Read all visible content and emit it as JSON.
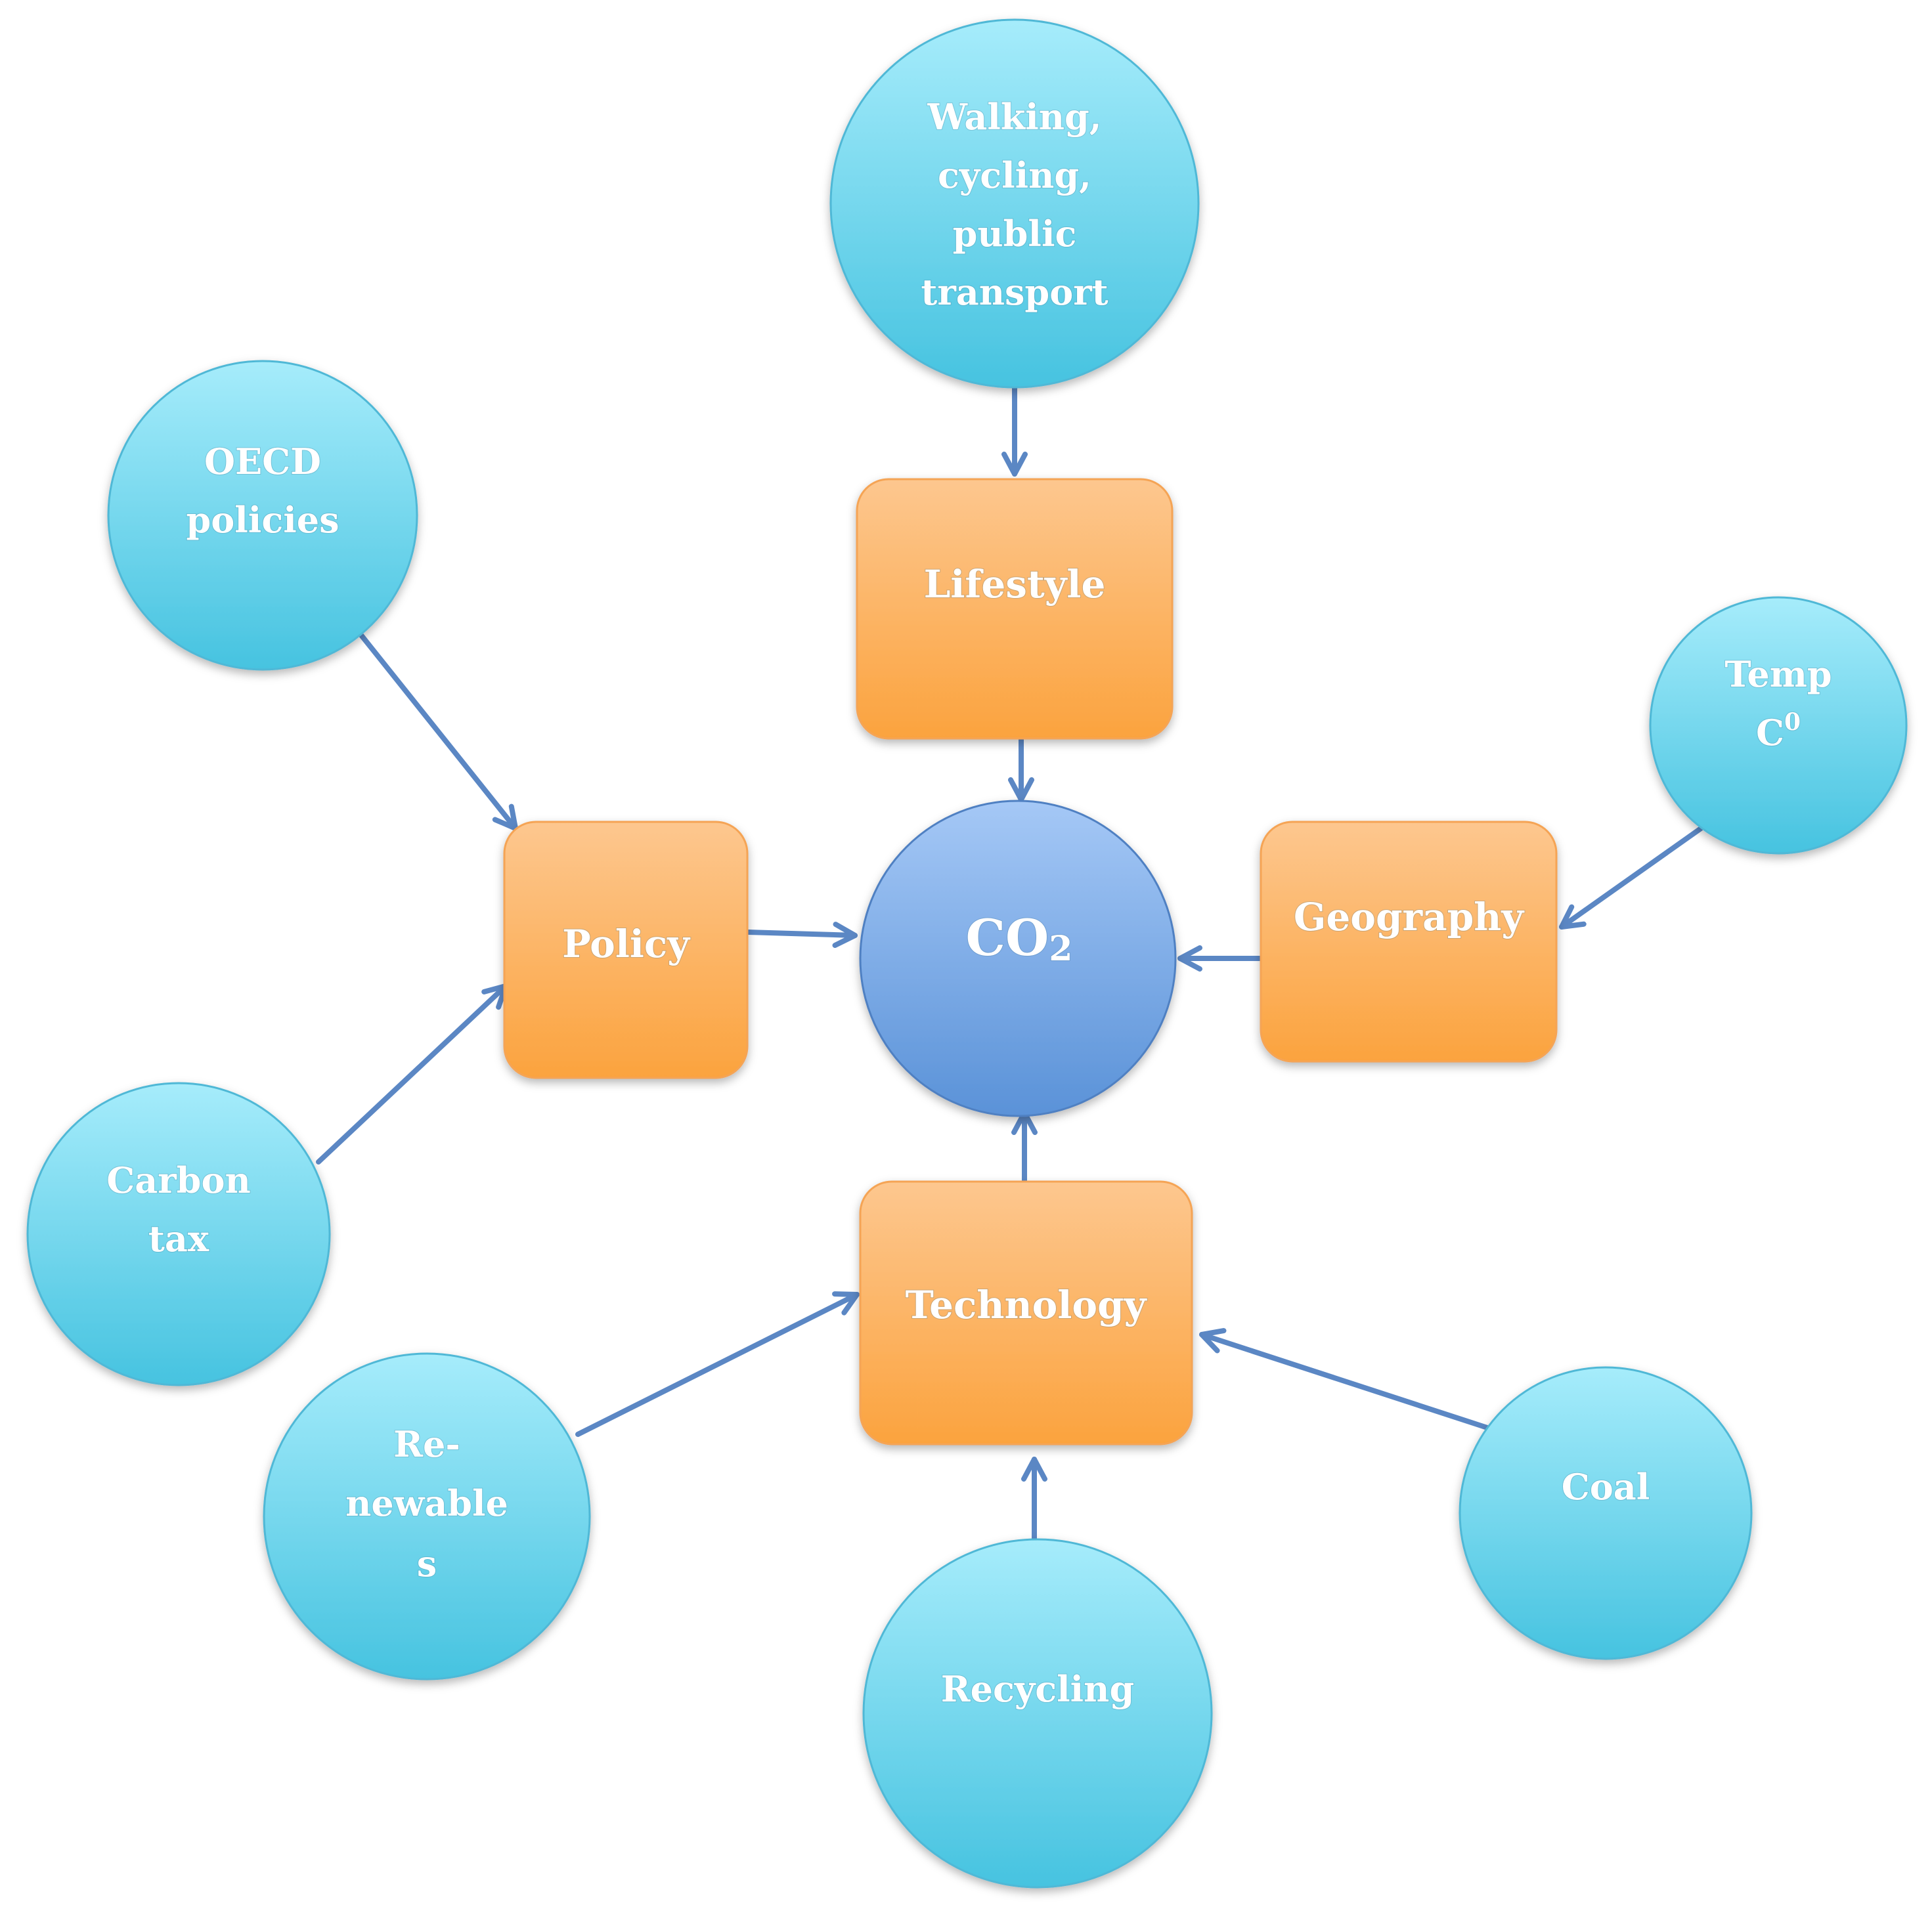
{
  "colors": {
    "cyan_circle_top": "#a6ecfb",
    "cyan_circle_bottom": "#46c3e0",
    "orange_box_top": "#fdc78f",
    "orange_box_bottom": "#fba33e",
    "co2_top": "#a5c8f6",
    "co2_bottom": "#5a92d8",
    "arrow": "#5b87c4"
  },
  "center": {
    "label": "CO",
    "subscript": "2"
  },
  "factors": {
    "lifestyle": "Lifestyle",
    "policy": "Policy",
    "geography": "Geography",
    "technology": "Technology"
  },
  "inputs": {
    "transport": [
      "Walking,",
      "cycling,",
      "public",
      "transport"
    ],
    "oecd": [
      "OECD",
      "policies"
    ],
    "carbon_tax": [
      "Carbon",
      "tax"
    ],
    "temp": {
      "line1": "Temp",
      "line2": "C",
      "superscript": "0"
    },
    "renewables": [
      "Re-",
      "newable",
      "s"
    ],
    "coal": "Coal",
    "recycling": "Recycling"
  }
}
